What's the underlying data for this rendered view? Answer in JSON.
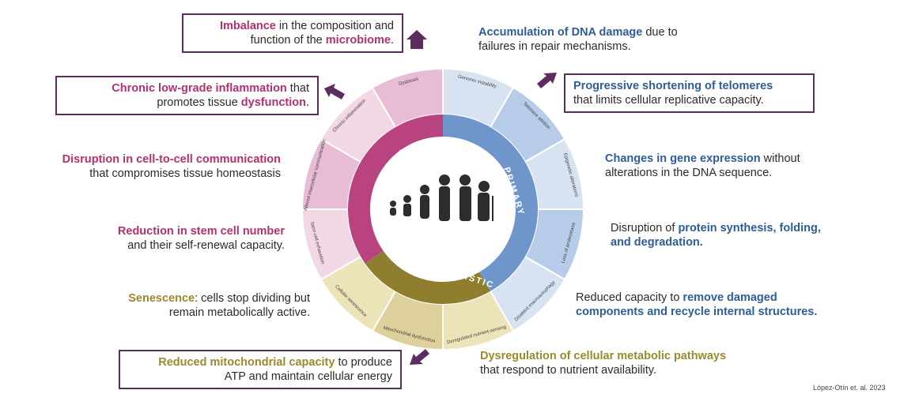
{
  "center": {
    "ring_labels": {
      "integrative": "INTEGRATIVE",
      "primary": "PRIMARY",
      "antagonistic": "ANTAGONISTIC"
    }
  },
  "segments": [
    {
      "label": "Genomic instability"
    },
    {
      "label": "Telomere attrition"
    },
    {
      "label": "Epigenetic alterations"
    },
    {
      "label": "Loss of proteostasis"
    },
    {
      "label": "Disabled macroautophagy"
    },
    {
      "label": "Deregulated nutrient-sensing"
    },
    {
      "label": "Mitochondrial dysfunction"
    },
    {
      "label": "Cellular senescence"
    },
    {
      "label": "Stem cell exhaustion"
    },
    {
      "label": "Altered intercellular communication"
    },
    {
      "label": "Chronic inflammation"
    },
    {
      "label": "Dysbiosis"
    }
  ],
  "left": {
    "dysbiosis": {
      "a": "Imbalance",
      "b": " in the composition and",
      "c": "function of the ",
      "d": "microbiome",
      "e": "."
    },
    "inflammation": {
      "a": "Chronic low-grade inflammation",
      "b": " that",
      "c": "promotes tissue ",
      "d": "dysfunction",
      "e": "."
    },
    "communication": {
      "a": "Disruption in cell-to-cell communication",
      "b": "that compromises tissue homeostasis"
    },
    "stem": {
      "a": "Reduction in stem cell number",
      "b": "and their self-renewal capacity."
    },
    "senescence": {
      "a": "Senescence",
      "b": ": cells stop dividing but",
      "c": "remain metabolically active."
    },
    "mito": {
      "a": "Reduced mitochondrial capacity",
      "b": " to produce",
      "c": "ATP and maintain cellular energy"
    }
  },
  "right": {
    "genomic": {
      "a": "Accumulation of DNA damage",
      "b": " due to",
      "c": "failures in repair mechanisms."
    },
    "telomere": {
      "a": "Progressive shortening of telomeres",
      "b": "that limits cellular replicative capacity."
    },
    "epigenetic": {
      "a": "Changes in gene expression",
      "b": " without",
      "c": "alterations in the DNA sequence."
    },
    "proteostasis": {
      "a": "Disruption of ",
      "b": "protein synthesis, folding,",
      "c": "and degradation."
    },
    "autophagy": {
      "a": "Reduced capacity to ",
      "b": "remove damaged",
      "c": "components and recycle internal structures."
    },
    "nutrient": {
      "a": "Dysregulation of cellular metabolic pathways",
      "b": "that respond to nutrient availability."
    }
  },
  "citation": "López-Otín et. al. 2023",
  "colors": {
    "integrative": "#b43a7a",
    "primary": "#5b86c2",
    "antagonistic": "#8c7b2a",
    "box_border": "#5c2d5e"
  }
}
